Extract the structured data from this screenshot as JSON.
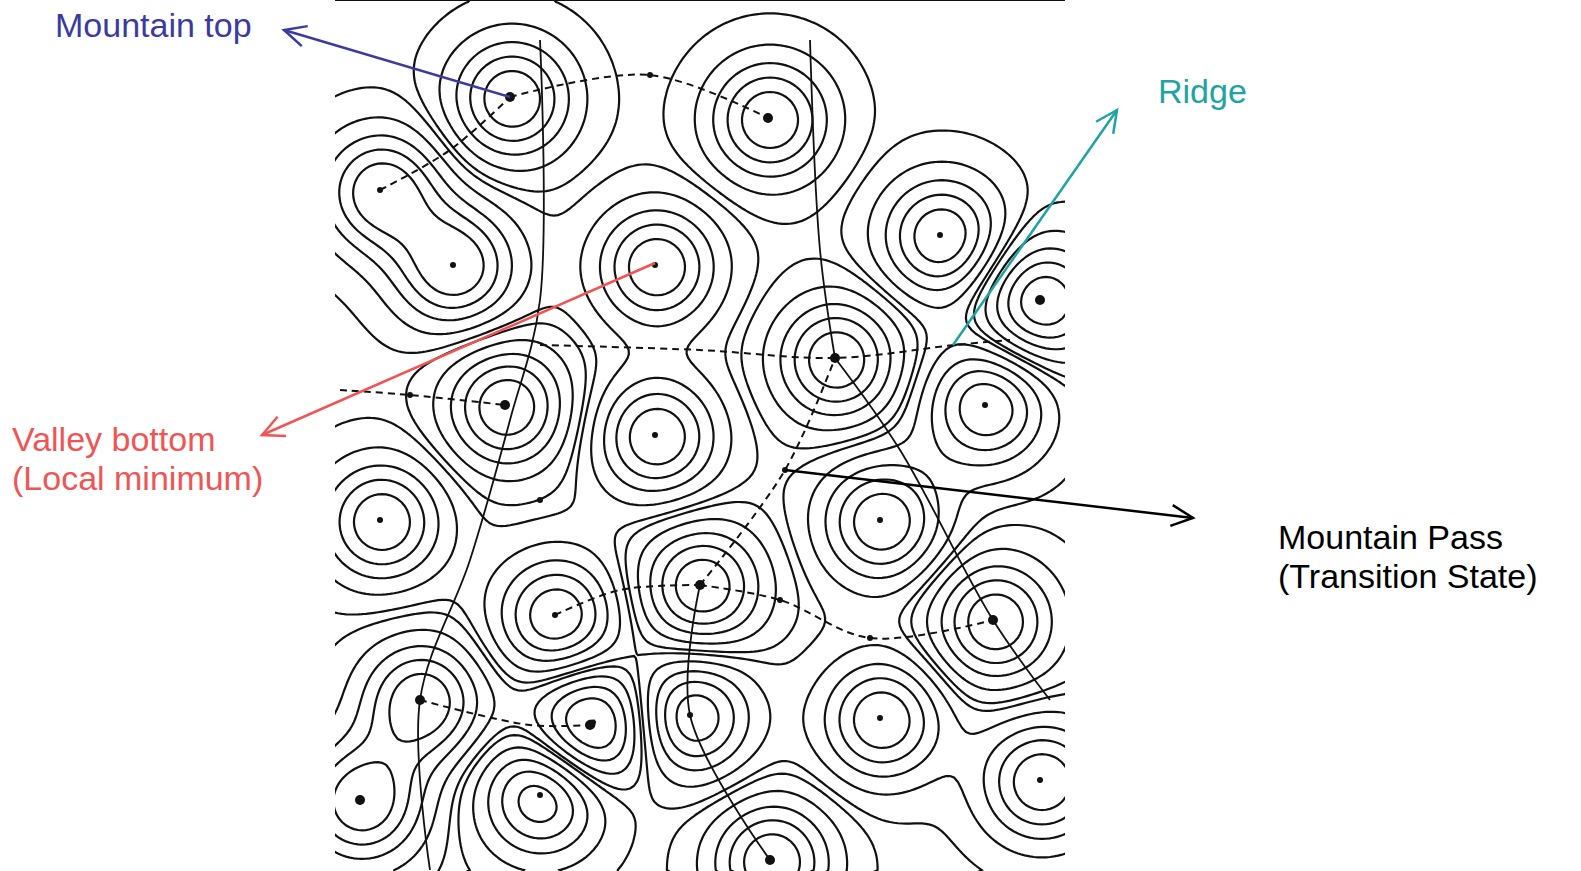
{
  "diagram": {
    "labels": [
      "Mountain top",
      "Ridge",
      "Valley bottom (Local minimum)",
      "Mountain Pass (Transition State)"
    ]
  }
}
